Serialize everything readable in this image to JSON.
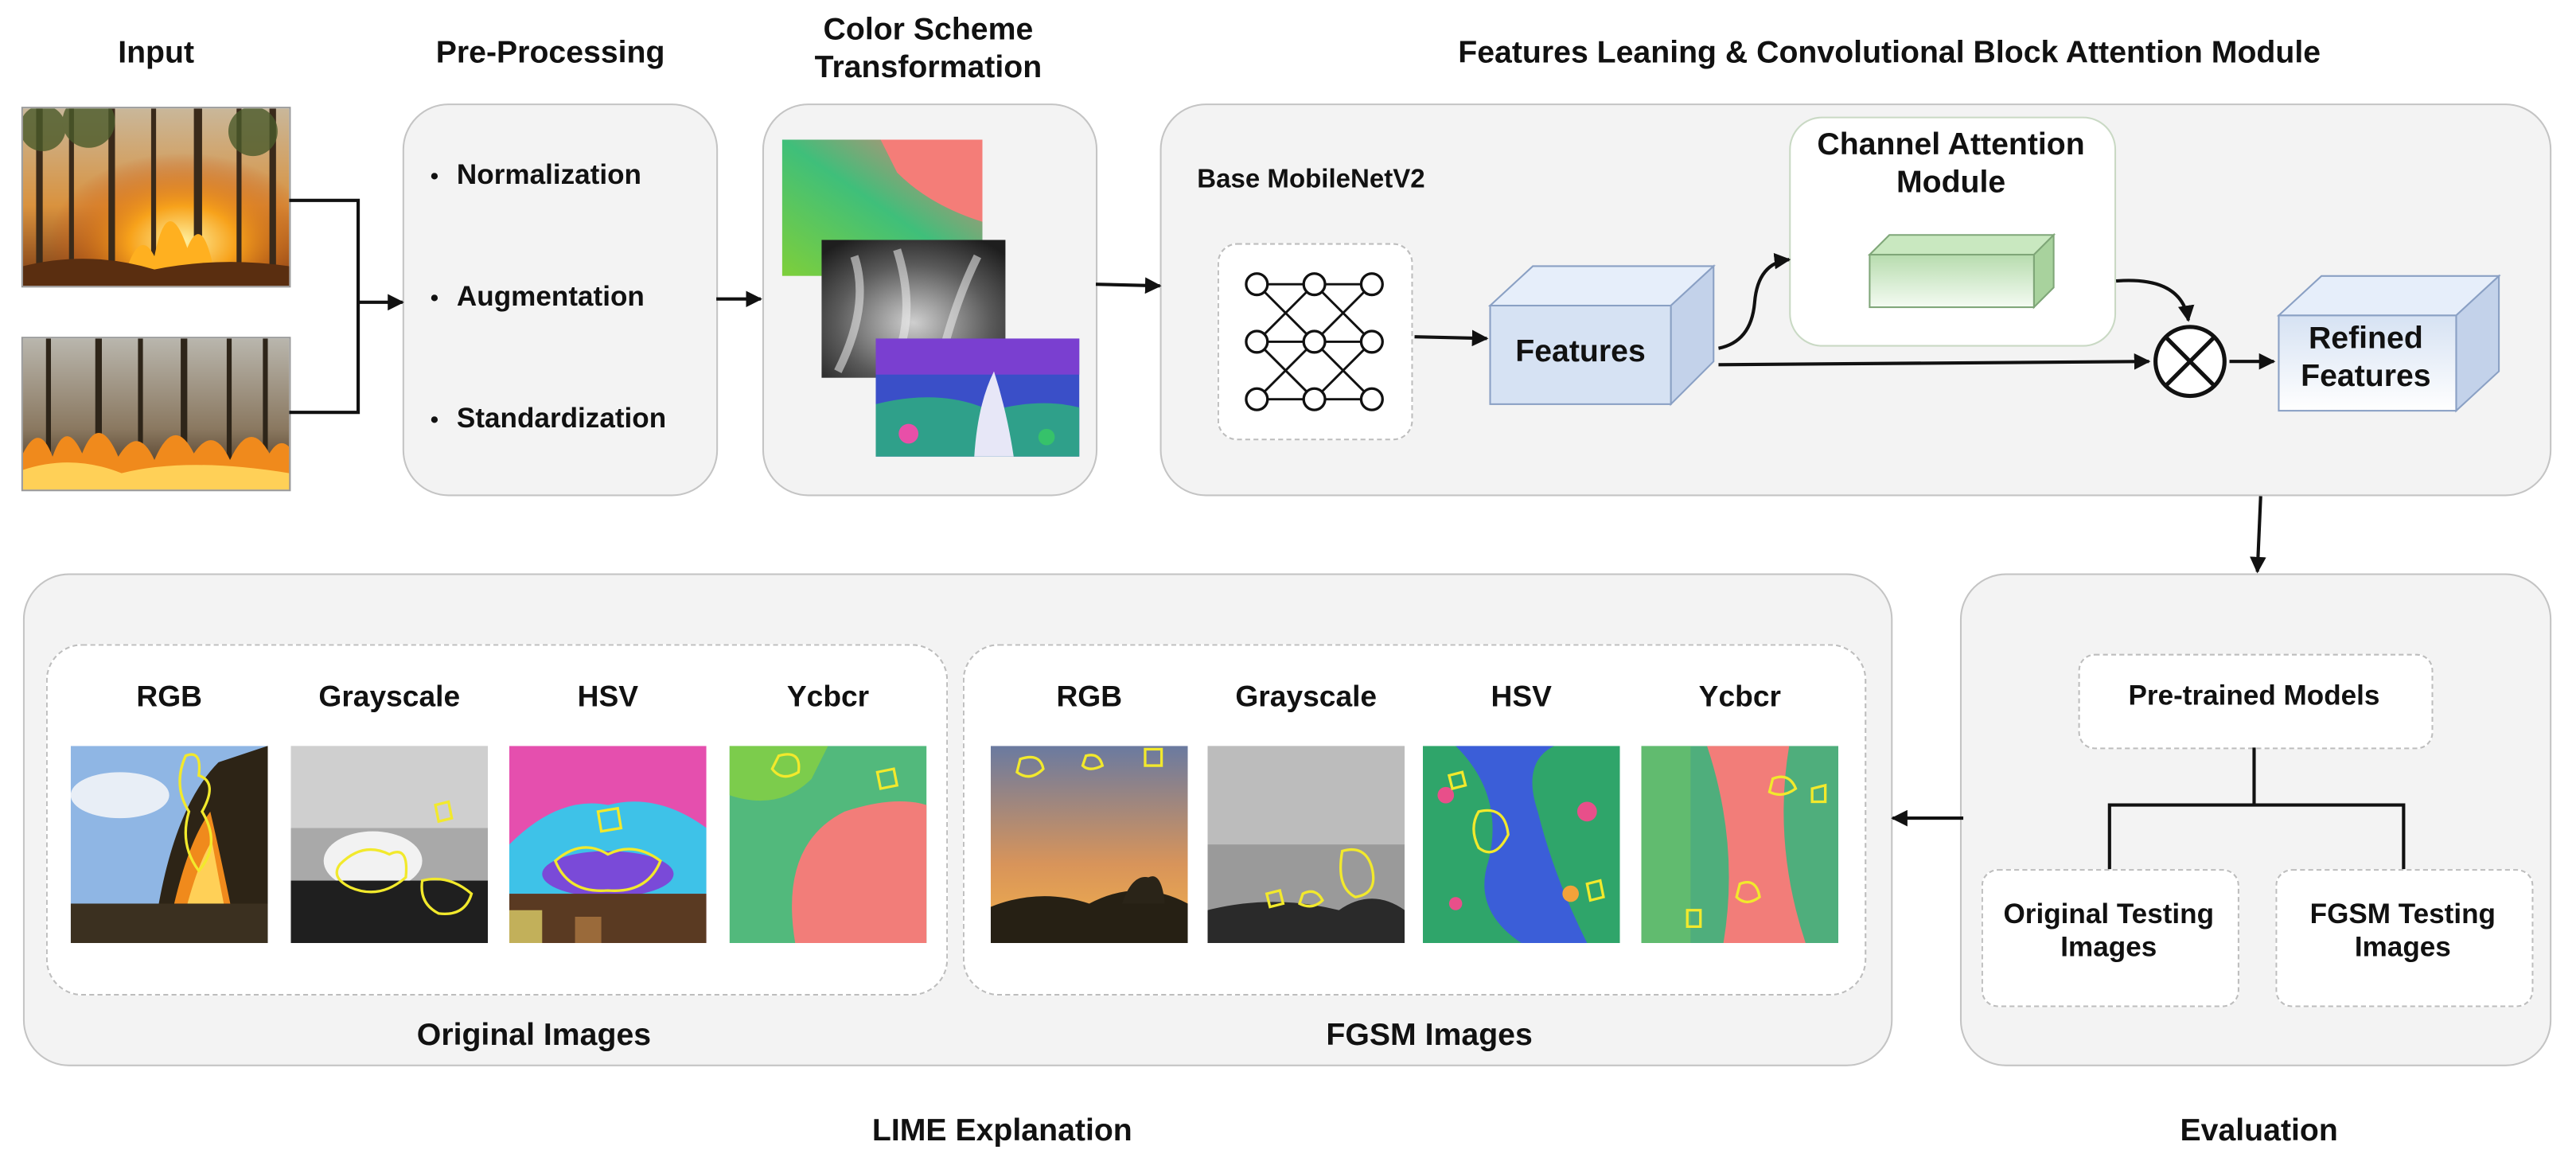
{
  "stages": {
    "input": "Input",
    "preprocessing": "Pre-Processing",
    "color_scheme": "Color Scheme\nTransformation",
    "features": "Features Leaning & Convolutional Block Attention Module",
    "lime": "LIME Explanation",
    "evaluation": "Evaluation"
  },
  "preprocessing_steps": [
    "Normalization",
    "Augmentation",
    "Standardization"
  ],
  "attention": {
    "base_model": "Base MobileNetV2",
    "features": "Features",
    "channel_attention": "Channel Attention\nModule",
    "refined": "Refined\nFeatures"
  },
  "evaluation_box": {
    "pretrained": "Pre-trained Models",
    "original_testing": "Original Testing\nImages",
    "fgsm_testing": "FGSM Testing\nImages"
  },
  "lime_groups": {
    "original": {
      "caption": "Original Images",
      "spaces": [
        "RGB",
        "Grayscale",
        "HSV",
        "Ycbcr"
      ]
    },
    "fgsm": {
      "caption": "FGSM Images",
      "spaces": [
        "RGB",
        "Grayscale",
        "HSV",
        "Ycbcr"
      ]
    }
  },
  "colors": {
    "panel": "#f3f3f3",
    "box_blue": "#d6e2f3",
    "box_green": "#c9e8c0",
    "outline_yellow": "#f2e92c"
  }
}
